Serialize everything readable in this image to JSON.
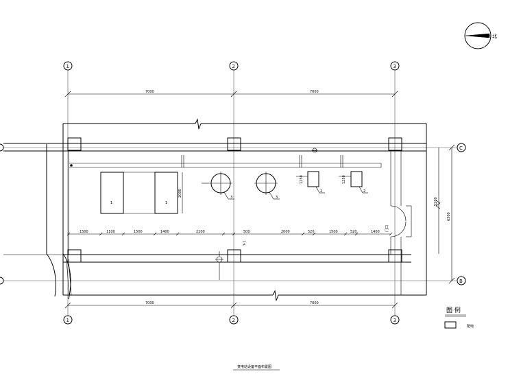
{
  "axes": {
    "numbered": [
      "1",
      "2",
      "3"
    ],
    "lettered": [
      "C",
      "B"
    ]
  },
  "dimensions": {
    "top_spans": [
      "7000",
      "7000"
    ],
    "bottom_spans": [
      "7000",
      "7000"
    ],
    "right_total": "6300",
    "right_partial": "5200",
    "room_depth": "2000",
    "row": [
      "1500",
      "1100",
      "1500",
      "1400",
      "2100",
      "500",
      "2000",
      "520",
      "1500",
      "520",
      "1400"
    ],
    "small_a": "1250",
    "small_b": "1250"
  },
  "equipment_tags": [
    "1",
    "1",
    "3",
    "3",
    "2",
    "2"
  ],
  "center_note": "Y-1",
  "door_note": "门口",
  "legend": {
    "title": "图  例",
    "item_label": "配电"
  },
  "drawing_title": "变电站设备平面布置图",
  "north_label": "北"
}
